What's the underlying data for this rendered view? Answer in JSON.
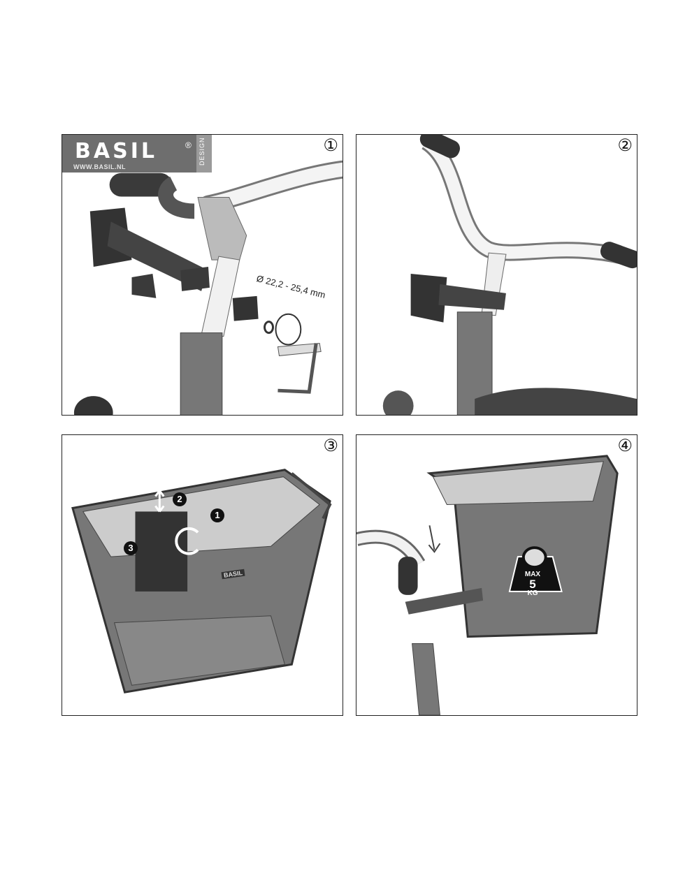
{
  "panels": [
    {
      "number": "①",
      "logo": {
        "brand": "BASIL",
        "registered": "®",
        "url": "WWW.BASIL.NL",
        "tag": "DESIGN"
      },
      "measurement": "Ø 22,2 - 25,4 mm"
    },
    {
      "number": "②"
    },
    {
      "number": "③",
      "steps": [
        "2",
        "1",
        "3"
      ],
      "basket_brand": "BASIL"
    },
    {
      "number": "④",
      "weight": {
        "max": "MAX",
        "value": "5",
        "unit": "KG"
      }
    }
  ]
}
